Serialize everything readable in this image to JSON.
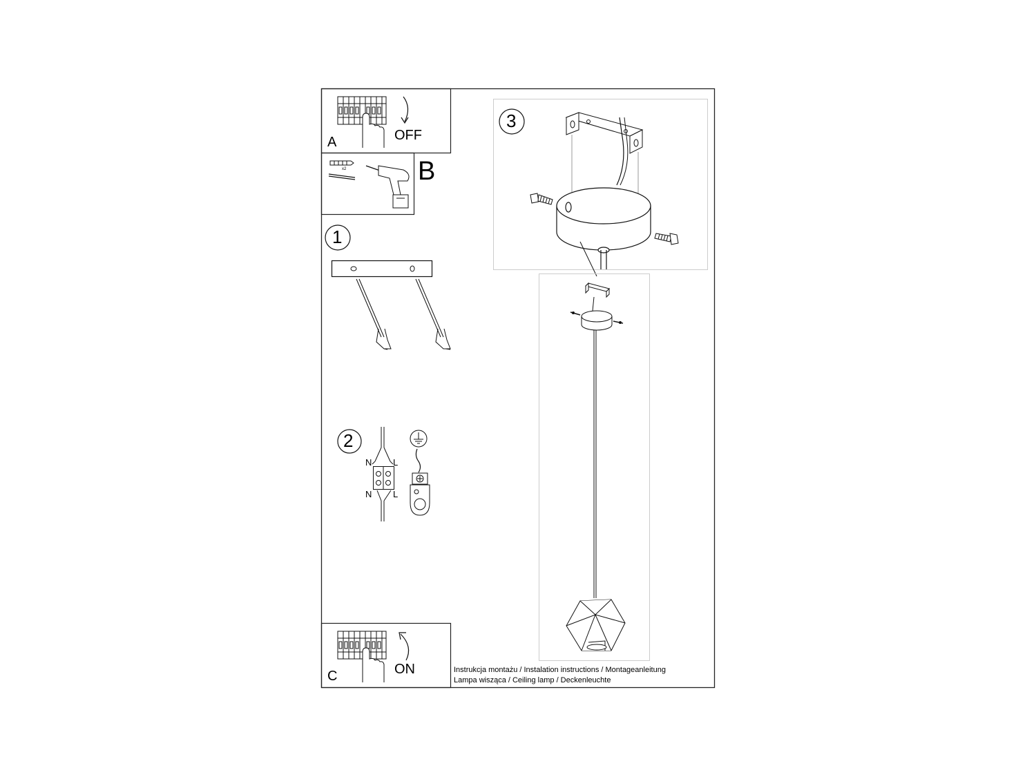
{
  "panel_a": {
    "letter": "A",
    "state": "OFF"
  },
  "panel_b": {
    "letter": "B",
    "qty": "x2"
  },
  "step1": {
    "number": "1"
  },
  "step2": {
    "number": "2",
    "neutral": "N",
    "live": "L"
  },
  "step3": {
    "number": "3"
  },
  "panel_c": {
    "letter": "C",
    "state": "ON"
  },
  "caption": {
    "line1": "Instrukcja montażu / Instalation instructions / Montageanleitung",
    "line2": "Lampa wisząca / Ceiling lamp / Deckenleuchte"
  },
  "colors": {
    "ink": "#000000",
    "frame": "#222222",
    "guide": "#cccccc"
  }
}
